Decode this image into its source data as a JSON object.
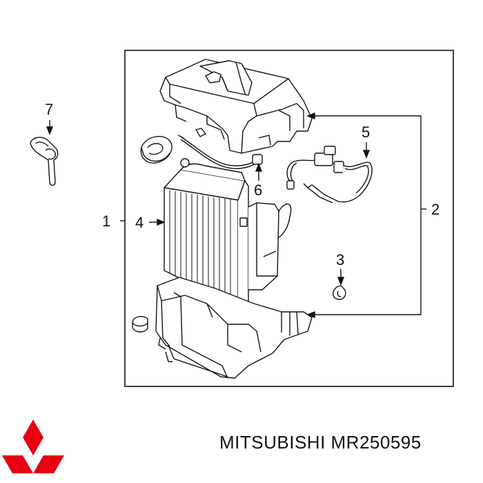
{
  "callouts": {
    "c1": "1",
    "c2": "2",
    "c3": "3",
    "c4": "4",
    "c5": "5",
    "c6": "6",
    "c7": "7"
  },
  "brand": {
    "text": "MITSUBISHI MR250595",
    "logo": "mitsubishi-three-diamond-logo",
    "logo_color": "#e60012"
  },
  "colors": {
    "line": "#111111",
    "background": "#ffffff"
  }
}
